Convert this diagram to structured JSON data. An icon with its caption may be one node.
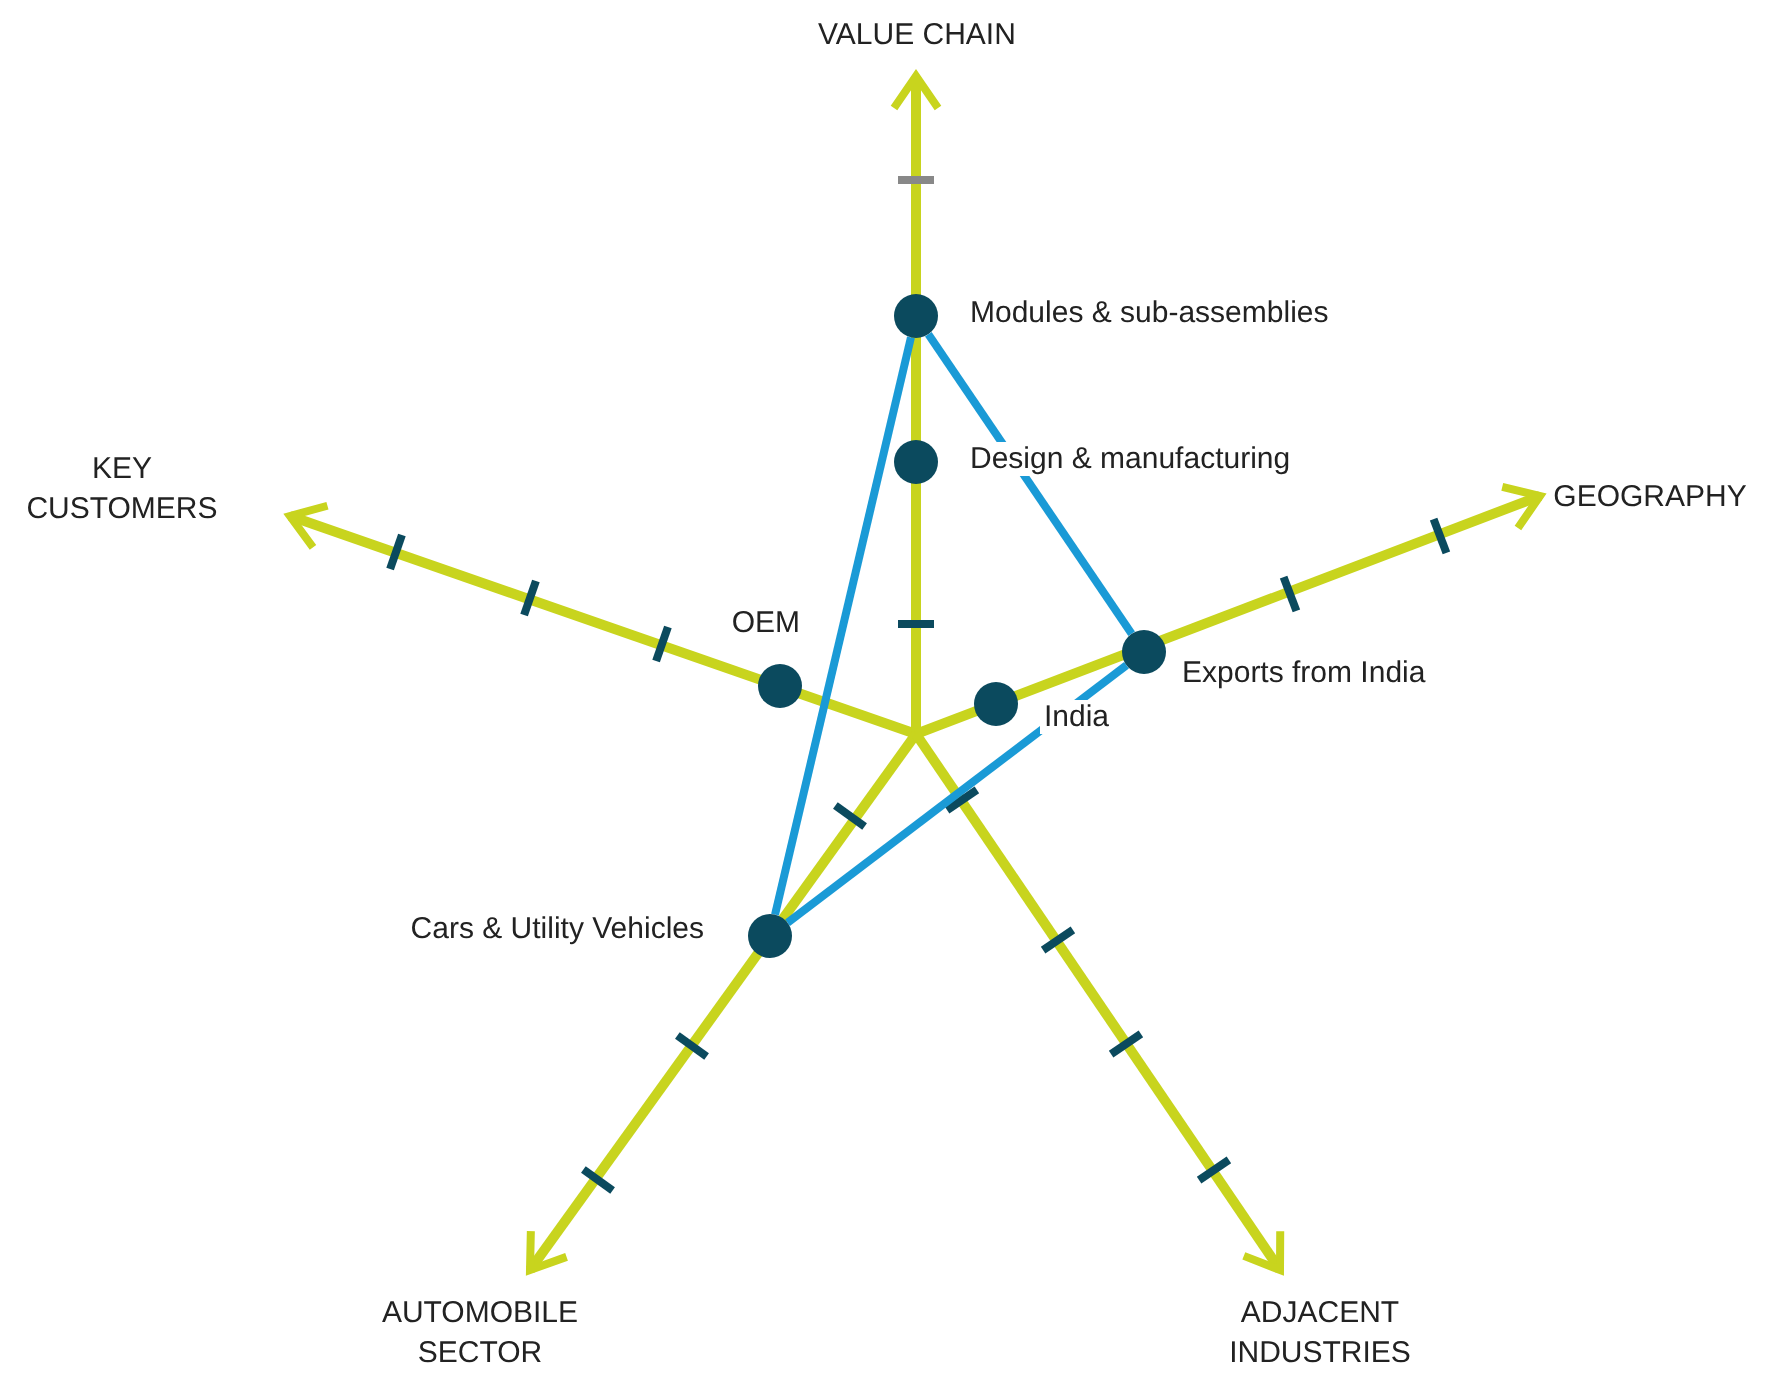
{
  "diagram": {
    "nodes": [
      {
        "text": [],
        "shape": "circle",
        "beside": [
          "Modules & sub-assemblies"
        ]
      },
      {
        "text": [],
        "shape": "circle",
        "beside": [
          "Design & manufacturing"
        ]
      },
      {
        "text": [],
        "shape": "circle",
        "beside": [
          "Exports from India"
        ]
      },
      {
        "text": [],
        "shape": "circle",
        "beside": [
          "OEM"
        ]
      },
      {
        "text": [],
        "shape": "circle",
        "beside": [
          "India"
        ]
      },
      {
        "text": [],
        "shape": "circle",
        "beside": [
          "Cars & Utility Vehicles"
        ]
      }
    ],
    "edges": [
      {
        "from": 0,
        "to": 2,
        "arrow": "none"
      },
      {
        "from": 0,
        "to": 5,
        "arrow": "none"
      },
      {
        "from": 5,
        "to": 2,
        "arrow": "none"
      }
    ],
    "labels": [
      "VALUE CHAIN",
      "KEY CUSTOMERS",
      "GEOGRAPHY",
      "AUTOMOBILE SECTOR",
      "ADJACENT INDUSTRIES"
    ]
  }
}
